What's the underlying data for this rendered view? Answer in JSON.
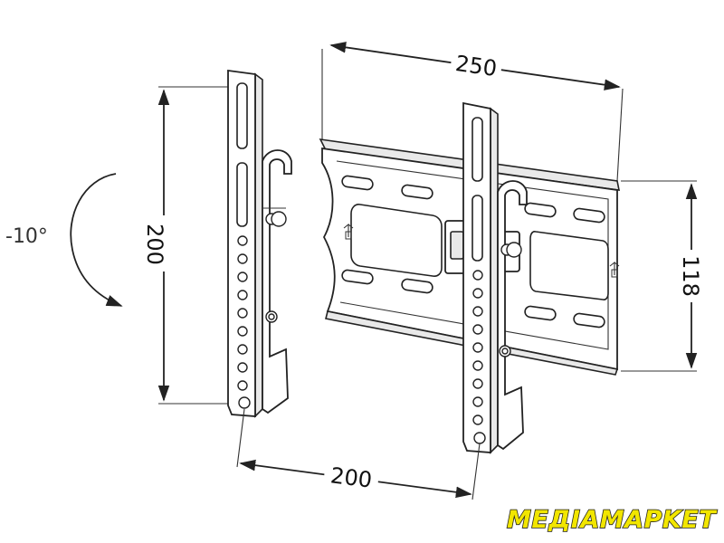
{
  "dimensions": {
    "width_total": "250",
    "height_frame": "118",
    "vertical_hole_spacing": "200",
    "horizontal_hole_spacing": "200"
  },
  "tilt": {
    "angle_label": "-10°"
  },
  "brand": {
    "logo_text": "MEДIAMAPKET",
    "colors": {
      "fill": "#f2e600",
      "outline": "#222222"
    }
  }
}
